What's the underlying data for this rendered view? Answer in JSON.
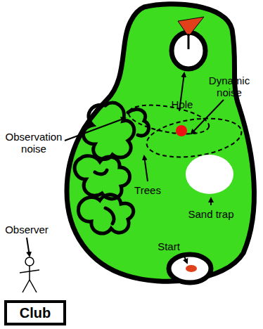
{
  "diagram": {
    "nodes": [
      {
        "text": [
          "Club"
        ]
      }
    ],
    "labels": [
      "Observation noise",
      "Dynamic noise",
      "Hole",
      "Trees",
      "Sand trap",
      "Start",
      "Observer"
    ]
  }
}
